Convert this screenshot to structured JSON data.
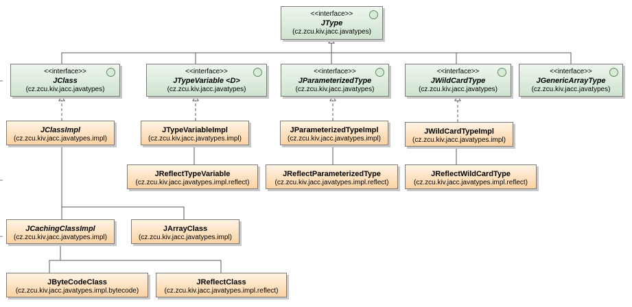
{
  "stereotype": "<<interface>>",
  "nodes": {
    "jtype": {
      "name": "JType",
      "package": "(cz.zcu.kiv.jacc.javatypes)"
    },
    "jclass": {
      "name": "JClass",
      "package": "(cz.zcu.kiv.jacc.javatypes)"
    },
    "jtypevariable": {
      "name": "JTypeVariable <D>",
      "package": "(cz.zcu.kiv.jacc.javatypes)"
    },
    "jparameterizedtype": {
      "name": "JParameterizedType",
      "package": "(cz.zcu.kiv.jacc.javatypes)"
    },
    "jwildcardtype": {
      "name": "JWildCardType",
      "package": "(cz.zcu.kiv.jacc.javatypes)"
    },
    "jgenericarraytype": {
      "name": "JGenericArrayType",
      "package": "(cz.zcu.kiv.jacc.javatypes)"
    },
    "jclassimpl": {
      "name": "JClassImpl",
      "package": "(cz.zcu.kiv.jacc.javatypes.impl)"
    },
    "jtypevariableimpl": {
      "name": "JTypeVariableImpl",
      "package": "(cz.zcu.kiv.jacc.javatypes.impl)"
    },
    "jparameterizedtypeimpl": {
      "name": "JParameterizedTypeImpl",
      "package": "(cz.zcu.kiv.jacc.javatypes.impl)"
    },
    "jwildcardtypeimpl": {
      "name": "JWildCardTypeImpl",
      "package": "(cz.zcu.kiv.jacc.javatypes.impl)"
    },
    "jreflecttypevariable": {
      "name": "JReflectTypeVariable",
      "package": "(cz.zcu.kiv.jacc.javatypes.impl.reflect)"
    },
    "jreflectparameterizedtype": {
      "name": "JReflectParameterizedType",
      "package": "(cz.zcu.kiv.jacc.javatypes.impl.reflect)"
    },
    "jreflectwildcardtype": {
      "name": "JReflectWildCardType",
      "package": "(cz.zcu.kiv.jacc.javatypes.impl.reflect)"
    },
    "jcachingclassimpl": {
      "name": "JCachingClassImpl",
      "package": "(cz.zcu.kiv.jacc.javatypes.impl)"
    },
    "jarrayclass": {
      "name": "JArrayClass",
      "package": "(cz.zcu.kiv.jacc.javatypes.impl)"
    },
    "jbytecodeclass": {
      "name": "JByteCodeClass",
      "package": "(cz.zcu.kiv.jacc.javatypes.impl.bytecode)"
    },
    "jreflectclass": {
      "name": "JReflectClass",
      "package": "(cz.zcu.kiv.jacc.javatypes.impl.reflect)"
    }
  },
  "colors": {
    "interface_fill": "#d4e7d4",
    "class_fill": "#fbd6a8",
    "border": "#7a7a7a",
    "line": "#555555"
  }
}
